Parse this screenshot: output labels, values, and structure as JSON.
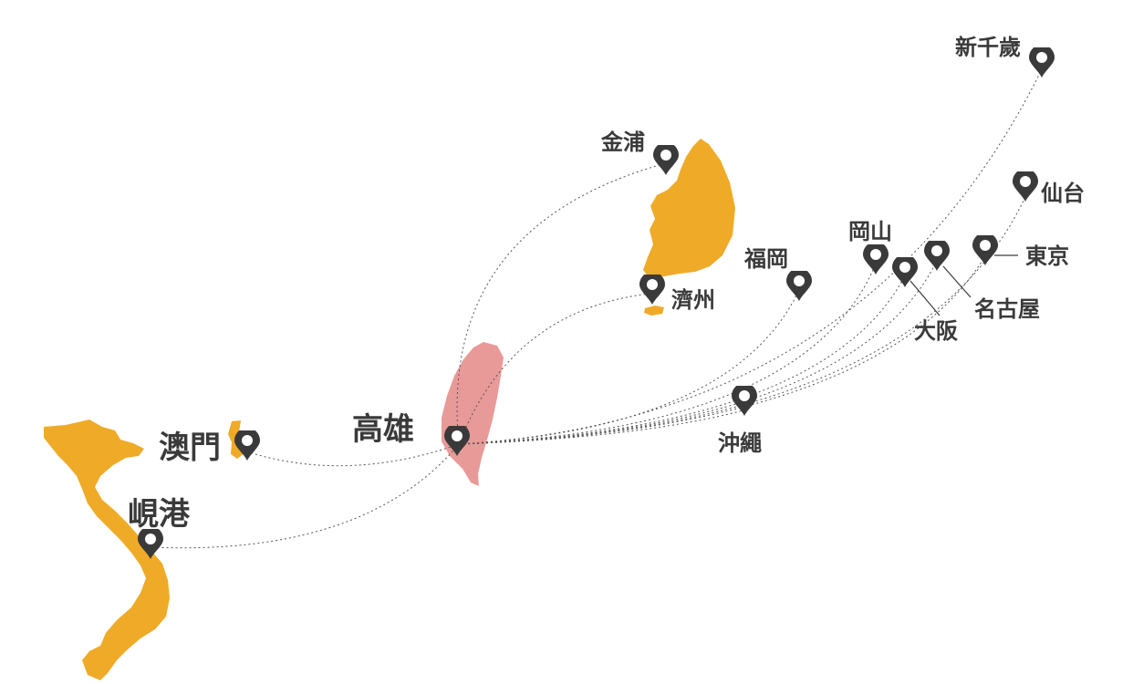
{
  "map": {
    "colors": {
      "land": "#EFAA27",
      "hub_land": "#E89A98",
      "route": "#555555",
      "pin": "#3a3a3a",
      "label": "#3a3a3a"
    },
    "hub": {
      "id": "kaohsiung",
      "label": "高雄"
    },
    "destinations": [
      {
        "id": "new-chitose",
        "label": "新千歲"
      },
      {
        "id": "busan",
        "label": "金浦"
      },
      {
        "id": "jeju",
        "label": "濟州"
      },
      {
        "id": "fukuoka",
        "label": "福岡"
      },
      {
        "id": "okayama",
        "label": "岡山"
      },
      {
        "id": "sendai",
        "label": "仙台"
      },
      {
        "id": "tokyo",
        "label": "東京"
      },
      {
        "id": "osaka",
        "label": "大阪"
      },
      {
        "id": "nagoya",
        "label": "名古屋"
      },
      {
        "id": "okinawa",
        "label": "沖繩"
      },
      {
        "id": "macau",
        "label": "澳門"
      },
      {
        "id": "da-nang",
        "label": "峴港"
      }
    ]
  }
}
